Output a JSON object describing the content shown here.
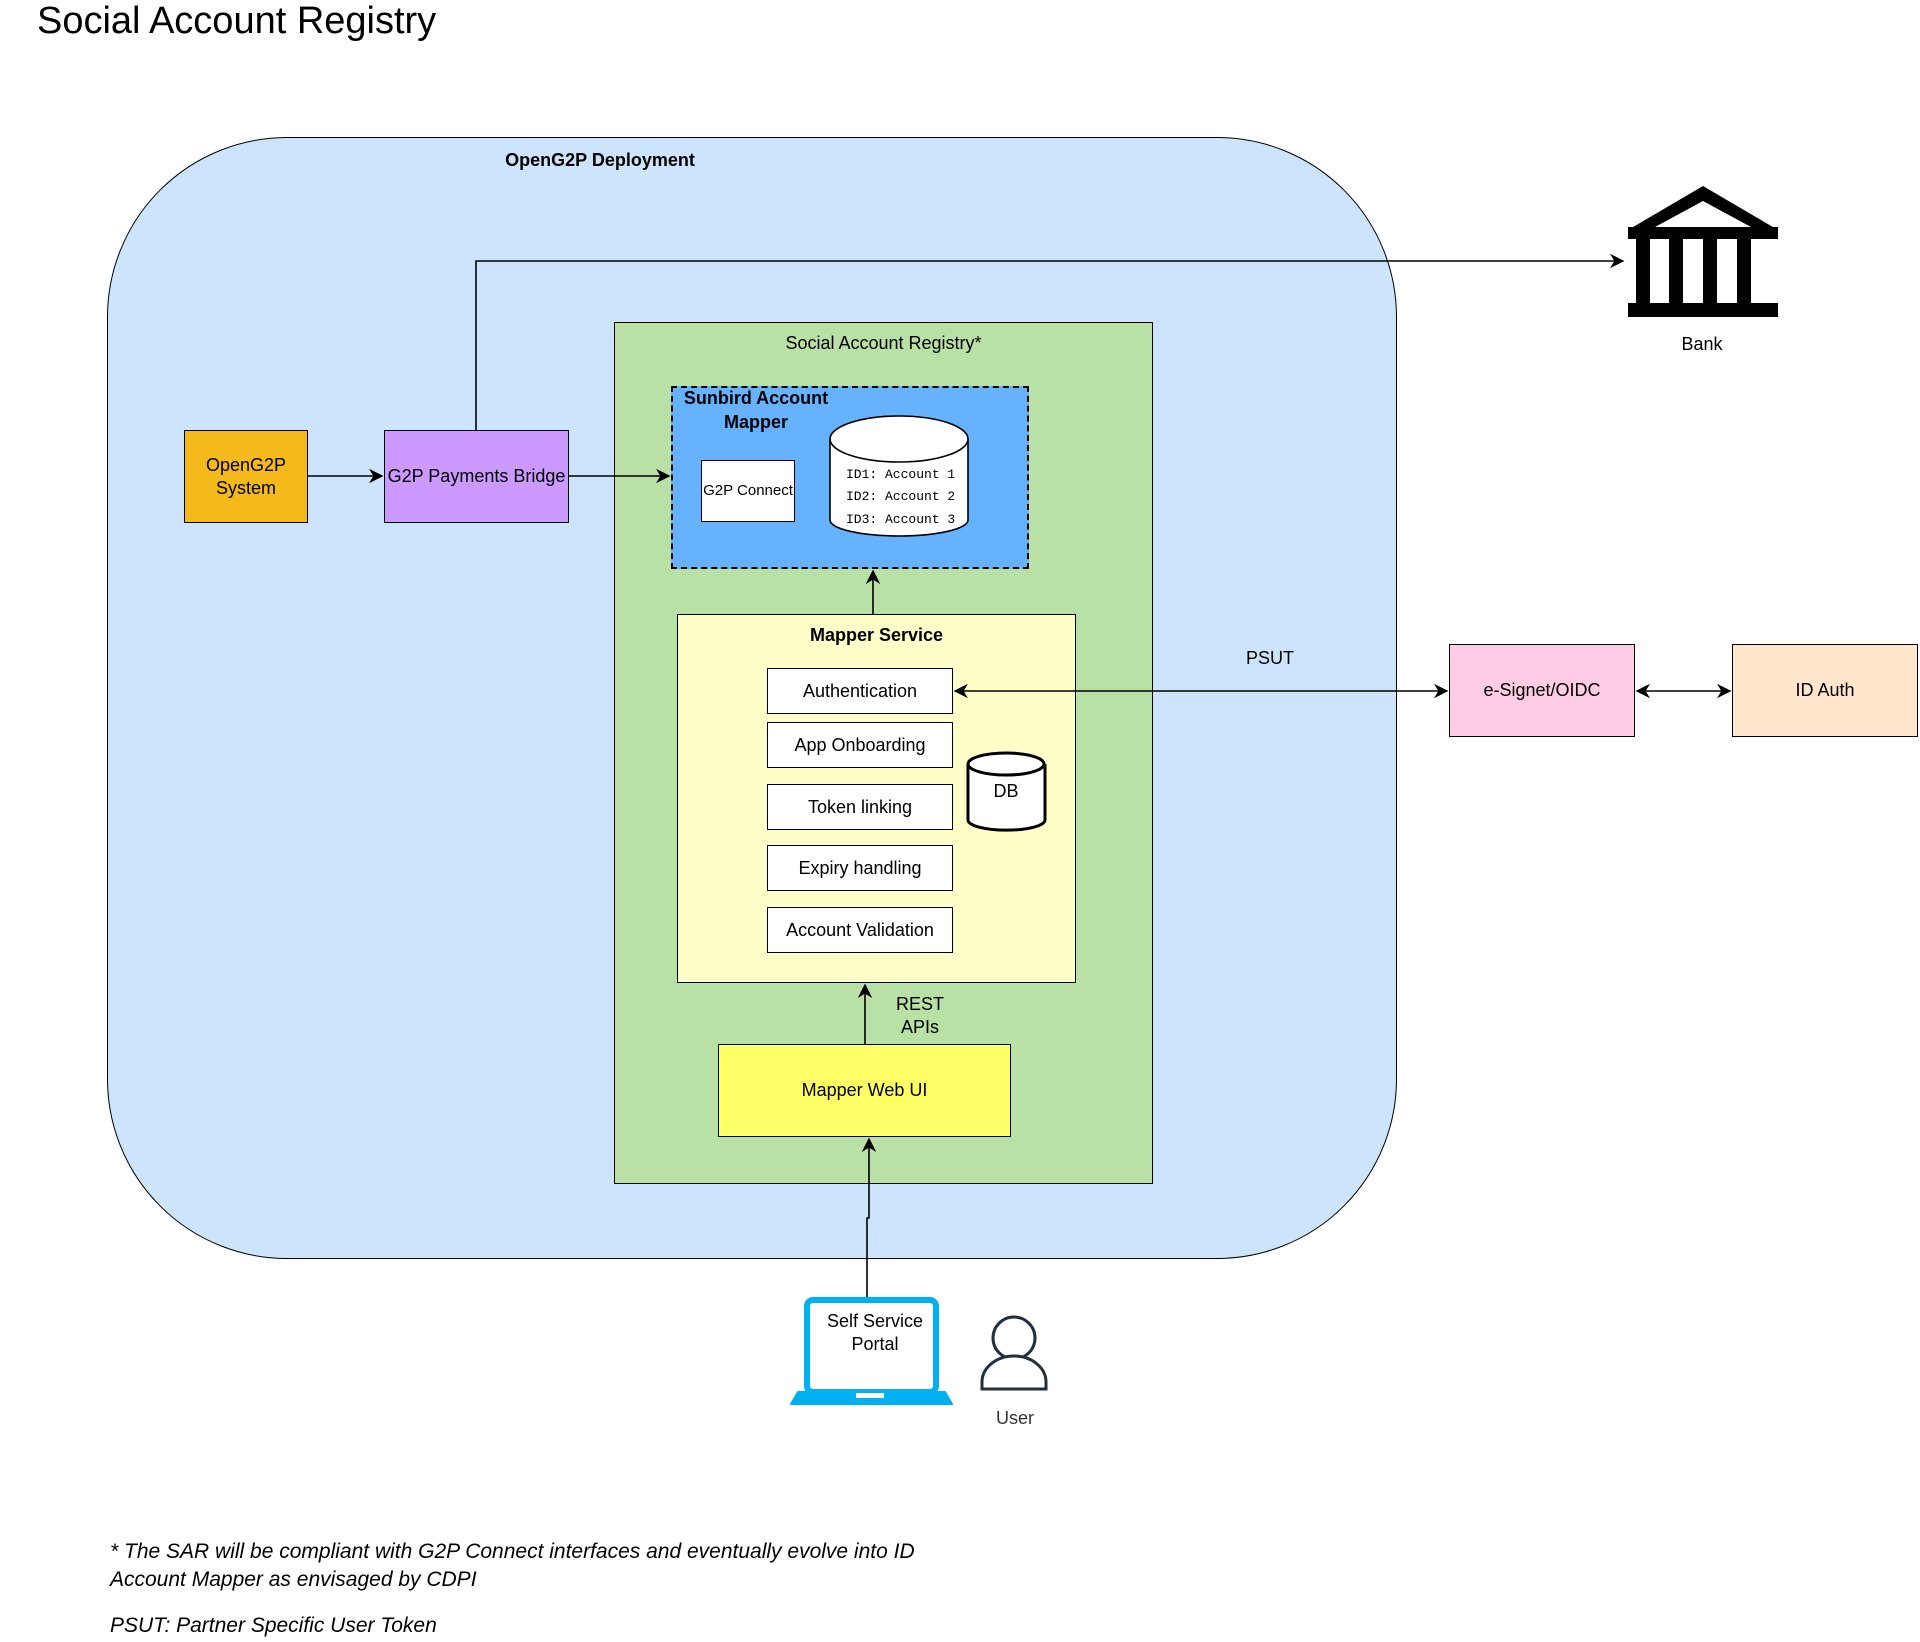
{
  "title": "Social Account Registry",
  "deployment": {
    "label": "OpenG2P Deployment"
  },
  "sar": {
    "label": "Social Account Registry*"
  },
  "sunbird": {
    "label": "Sunbird Account Mapper",
    "g2p_connect": "G2P Connect",
    "db_rows": [
      "ID1: Account 1",
      "ID2: Account 2",
      "ID3: Account 3"
    ]
  },
  "mapper_service": {
    "label": "Mapper Service",
    "modules": [
      "Authentication",
      "App Onboarding",
      "Token linking",
      "Expiry handling",
      "Account Validation"
    ],
    "db_label": "DB"
  },
  "nodes": {
    "opeg2p_system": "OpenG2P System",
    "payments_bridge": "G2P Payments Bridge",
    "mapper_web_ui": "Mapper Web UI",
    "esignet": "e-Signet/OIDC",
    "id_auth": "ID Auth",
    "bank": "Bank",
    "self_service_portal": "Self Service Portal",
    "user": "User"
  },
  "edge_labels": {
    "rest_apis": "REST APIs",
    "psut": "PSUT"
  },
  "notes": {
    "sar_note": "* The SAR will be compliant with G2P Connect interfaces and eventually evolve into ID Account Mapper as envisaged by CDPI",
    "psut_note": "PSUT: Partner Specific User Token"
  },
  "colors": {
    "deployment_bg": "#cce5fc",
    "sar_bg": "#b9e0a5",
    "sunbird_bg": "#66b2ff",
    "mapper_service_bg": "#fefec9",
    "opeg2p": "#f4ba1b",
    "bridge": "#cc99ff",
    "web_ui": "#ffff66",
    "esignet": "#ffcce6",
    "id_auth": "#ffe6cc",
    "laptop": "#00b0f0"
  },
  "icons": {
    "bank": "bank-building-icon",
    "laptop": "laptop-icon",
    "user": "user-icon",
    "db": "database-cylinder-icon"
  }
}
